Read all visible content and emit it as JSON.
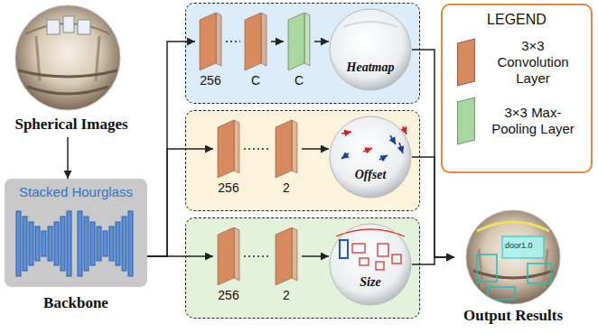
{
  "diagram": {
    "nodes": [
      {
        "text": [
          "Spherical Images"
        ]
      },
      {
        "text": [
          "Stacked Hourglass",
          "Backbone"
        ]
      },
      {
        "text": []
      },
      {
        "text": [
          "256"
        ],
        "in": 2
      },
      {
        "text": [
          "C"
        ],
        "in": 2
      },
      {
        "text": [
          "C"
        ],
        "in": 2
      },
      {
        "text": [
          "Heatmap"
        ],
        "in": 2
      },
      {
        "text": []
      },
      {
        "text": [
          "256"
        ],
        "in": 7
      },
      {
        "text": [
          "2"
        ],
        "in": 7
      },
      {
        "text": [
          "Offset"
        ],
        "in": 7
      },
      {
        "text": []
      },
      {
        "text": [
          "256"
        ],
        "in": 11
      },
      {
        "text": [
          "2"
        ],
        "in": 11
      },
      {
        "text": [
          "Size"
        ],
        "in": 11
      },
      {
        "text": [
          "Output Results"
        ]
      }
    ],
    "edges": [
      {
        "from": 0,
        "to": 1,
        "arrow": "to"
      },
      {
        "from": 1,
        "to": 3,
        "arrow": "to"
      },
      {
        "from": 1,
        "to": 8,
        "arrow": "to"
      },
      {
        "from": 1,
        "to": 12,
        "arrow": "to"
      },
      {
        "from": 3,
        "to": 4,
        "arrow": "none"
      },
      {
        "from": 4,
        "to": 5,
        "arrow": "to"
      },
      {
        "from": 5,
        "to": 6,
        "arrow": "to"
      },
      {
        "from": 8,
        "to": 9,
        "arrow": "none"
      },
      {
        "from": 9,
        "to": 10,
        "arrow": "to"
      },
      {
        "from": 12,
        "to": 13,
        "arrow": "none"
      },
      {
        "from": 13,
        "to": 14,
        "arrow": "to"
      },
      {
        "from": 6,
        "to": 15,
        "arrow": "to"
      },
      {
        "from": 10,
        "to": 15,
        "arrow": "to"
      },
      {
        "from": 14,
        "to": 15,
        "arrow": "to"
      }
    ],
    "labels": [
      "LEGEND",
      "door1.0"
    ],
    "legend": [
      {
        "text": "3×3 Convolution Layer",
        "color": "#d98a5f"
      },
      {
        "text": "3×3 Max-Pooling Layer",
        "color": "#a8d8a0"
      }
    ]
  }
}
